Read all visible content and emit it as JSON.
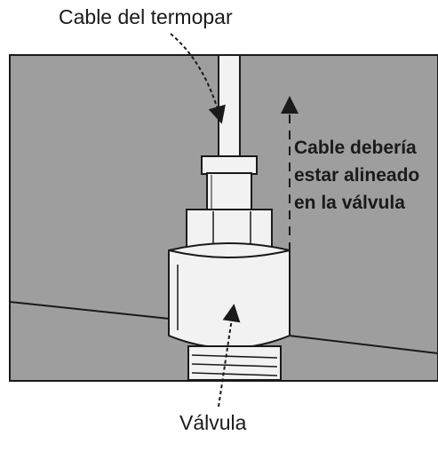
{
  "labels": {
    "thermocouple_cable": "Cable del termopar",
    "valve": "Válvula",
    "note_lines": [
      "Cable debería",
      "estar alineado",
      "en la válvula"
    ]
  },
  "colors": {
    "background": "#9e9e9e",
    "part_fill": "#f2f2f2",
    "outline": "#1a1a1a",
    "text": "#1a1a1a"
  }
}
